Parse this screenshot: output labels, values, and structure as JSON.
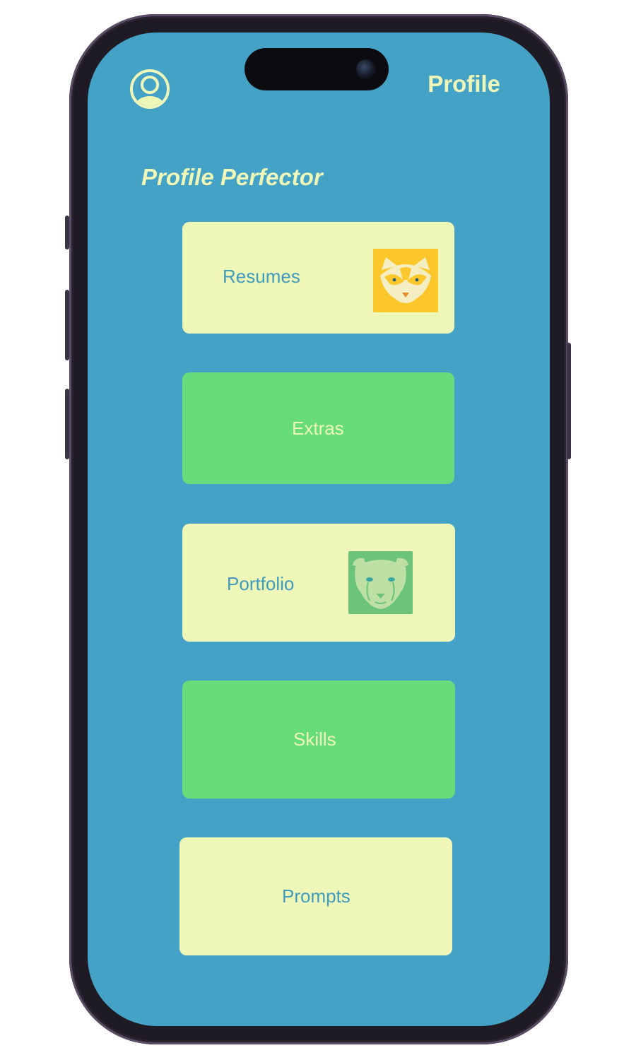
{
  "header": {
    "title": "Profile",
    "avatar_icon": "user-circle-icon"
  },
  "app": {
    "title": "Profile Perfector"
  },
  "cards": [
    {
      "label": "Resumes",
      "style": "light",
      "thumbnail_icon": "raccoon-icon",
      "thumbnail_color": "#fcc72b"
    },
    {
      "label": "Extras",
      "style": "green"
    },
    {
      "label": "Portfolio",
      "style": "light",
      "thumbnail_icon": "cheetah-icon",
      "thumbnail_color": "#6cc47a"
    },
    {
      "label": "Skills",
      "style": "green"
    },
    {
      "label": "Prompts",
      "style": "light"
    }
  ],
  "colors": {
    "screen_background": "#43a2c6",
    "text_accent": "#eef7b7",
    "card_light": "#eef7b8",
    "card_green": "#66dc7a",
    "card_light_text": "#3f9cbd"
  }
}
